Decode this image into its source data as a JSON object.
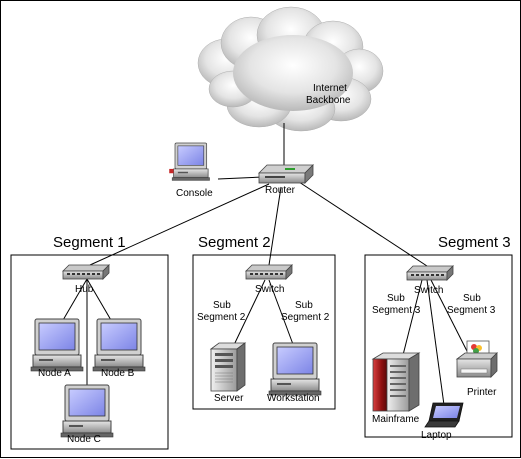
{
  "cloud": {
    "label_line1": "Internet",
    "label_line2": "Backbone"
  },
  "devices": {
    "console": "Console",
    "router": "Router",
    "hub": "Hub",
    "switch2": "Switch",
    "switch3": "Switch",
    "node_a": "Node A",
    "node_b": "Node B",
    "node_c": "Node C",
    "server": "Server",
    "workstation": "Workstation",
    "mainframe": "Mainframe",
    "laptop": "Laptop",
    "printer": "Printer"
  },
  "segments": {
    "seg1": "Segment 1",
    "seg2": "Segment 2",
    "seg3": "Segment 3"
  },
  "subsegments": {
    "s2_left_1": "Sub",
    "s2_left_2": "Segment 2",
    "s2_right_1": "Sub",
    "s2_right_2": "Segment 2",
    "s3_left_1": "Sub",
    "s3_left_2": "Segment 3",
    "s3_right_1": "Sub",
    "s3_right_2": "Segment 3"
  }
}
